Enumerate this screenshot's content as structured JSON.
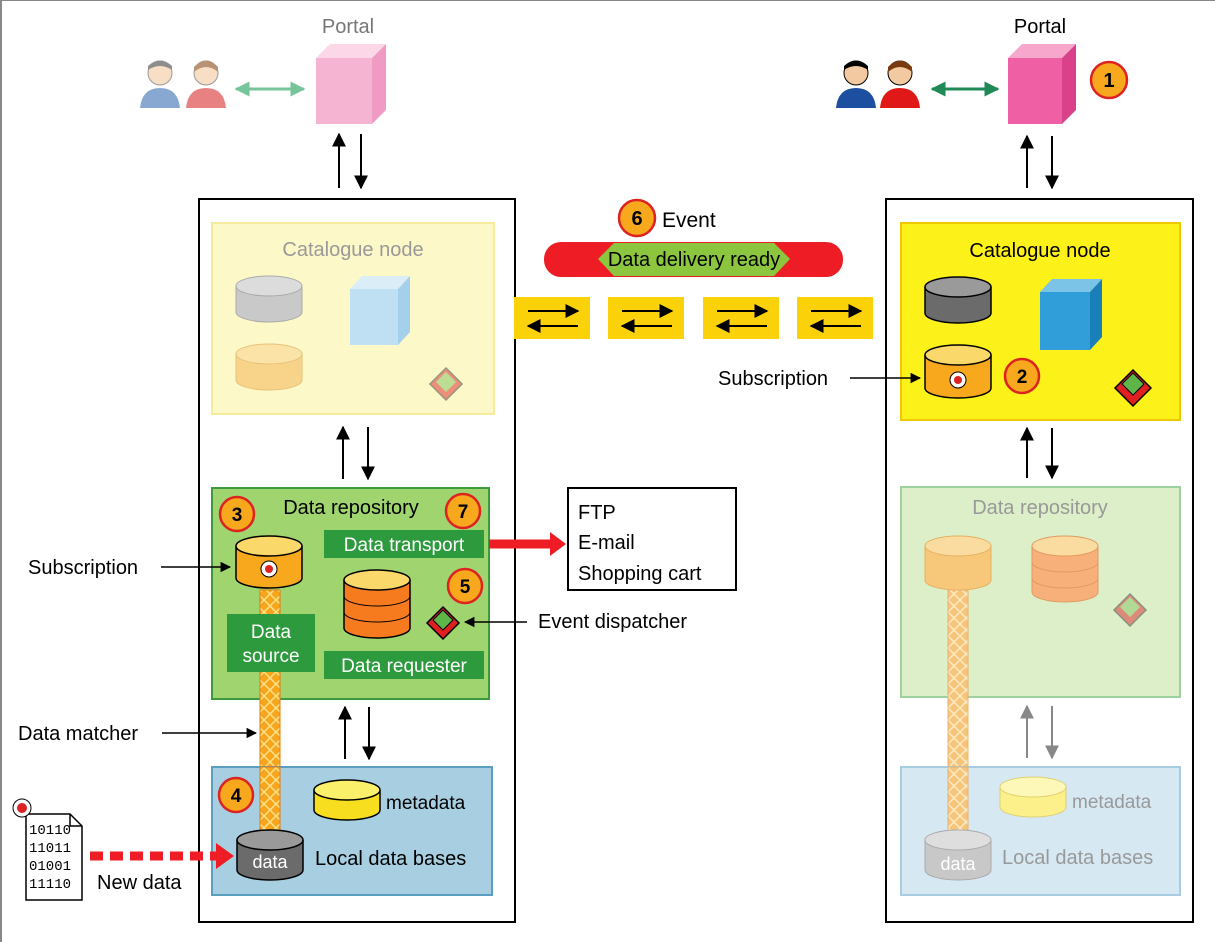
{
  "left": {
    "portal_label": "Portal",
    "catalogue_title": "Catalogue node",
    "repository_title": "Data repository",
    "data_transport": "Data transport",
    "data_source_line1": "Data",
    "data_source_line2": "source",
    "data_requester": "Data requester",
    "metadata": "metadata",
    "data": "data",
    "local_db": "Local data bases",
    "badge_3": "3",
    "badge_4": "4",
    "badge_5": "5",
    "badge_7": "7"
  },
  "right": {
    "portal_label": "Portal",
    "catalogue_title": "Catalogue node",
    "repository_title": "Data repository",
    "metadata": "metadata",
    "data": "data",
    "local_db": "Local data bases",
    "badge_1": "1",
    "badge_2": "2"
  },
  "event": {
    "badge_6": "6",
    "label": "Event",
    "banner": "Data delivery ready"
  },
  "delivery": {
    "ftp": "FTP",
    "email": "E-mail",
    "cart": "Shopping cart"
  },
  "annotations": {
    "subscription_left": "Subscription",
    "subscription_right": "Subscription",
    "event_dispatcher": "Event dispatcher",
    "data_matcher": "Data matcher",
    "new_data": "New data"
  },
  "binary_file": {
    "line1": "10110",
    "line2": "11011",
    "line3": "01001",
    "line4": "11110"
  }
}
